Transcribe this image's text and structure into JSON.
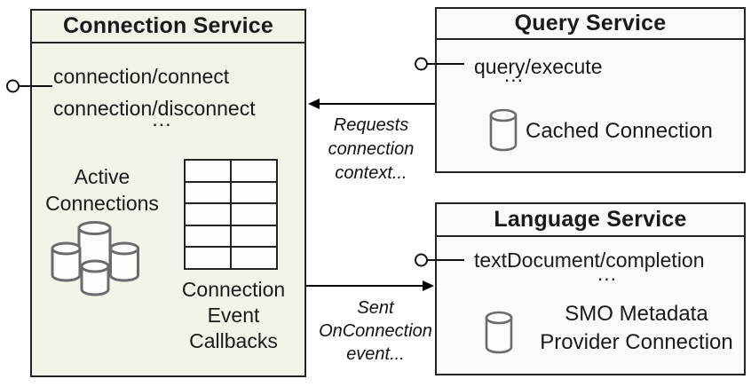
{
  "diagram": {
    "connection_service": {
      "title": "Connection Service",
      "methods": [
        "connection/connect",
        "connection/disconnect"
      ],
      "more": "...",
      "active_connections": [
        "Active",
        "Connections"
      ],
      "callbacks": [
        "Connection",
        "Event",
        "Callbacks"
      ]
    },
    "query_service": {
      "title": "Query Service",
      "methods": [
        "query/execute"
      ],
      "more": "...",
      "cached_connection": "Cached Connection"
    },
    "language_service": {
      "title": "Language Service",
      "methods": [
        "textDocument/completion"
      ],
      "more": "...",
      "smo_connection": [
        "SMO Metadata",
        "Provider Connection"
      ]
    },
    "arrows": {
      "requests_connection_context": [
        "Requests",
        "connection",
        "context..."
      ],
      "sent_onconnection_event": [
        "Sent",
        "OnConnection",
        "event..."
      ]
    },
    "colors": {
      "connection_box_fill": "#f2f4ea",
      "service_box_fill": "#fbfbfb",
      "border": "#242424",
      "cylinder_stroke": "#6b6b6b",
      "arrow": "#000000"
    }
  }
}
